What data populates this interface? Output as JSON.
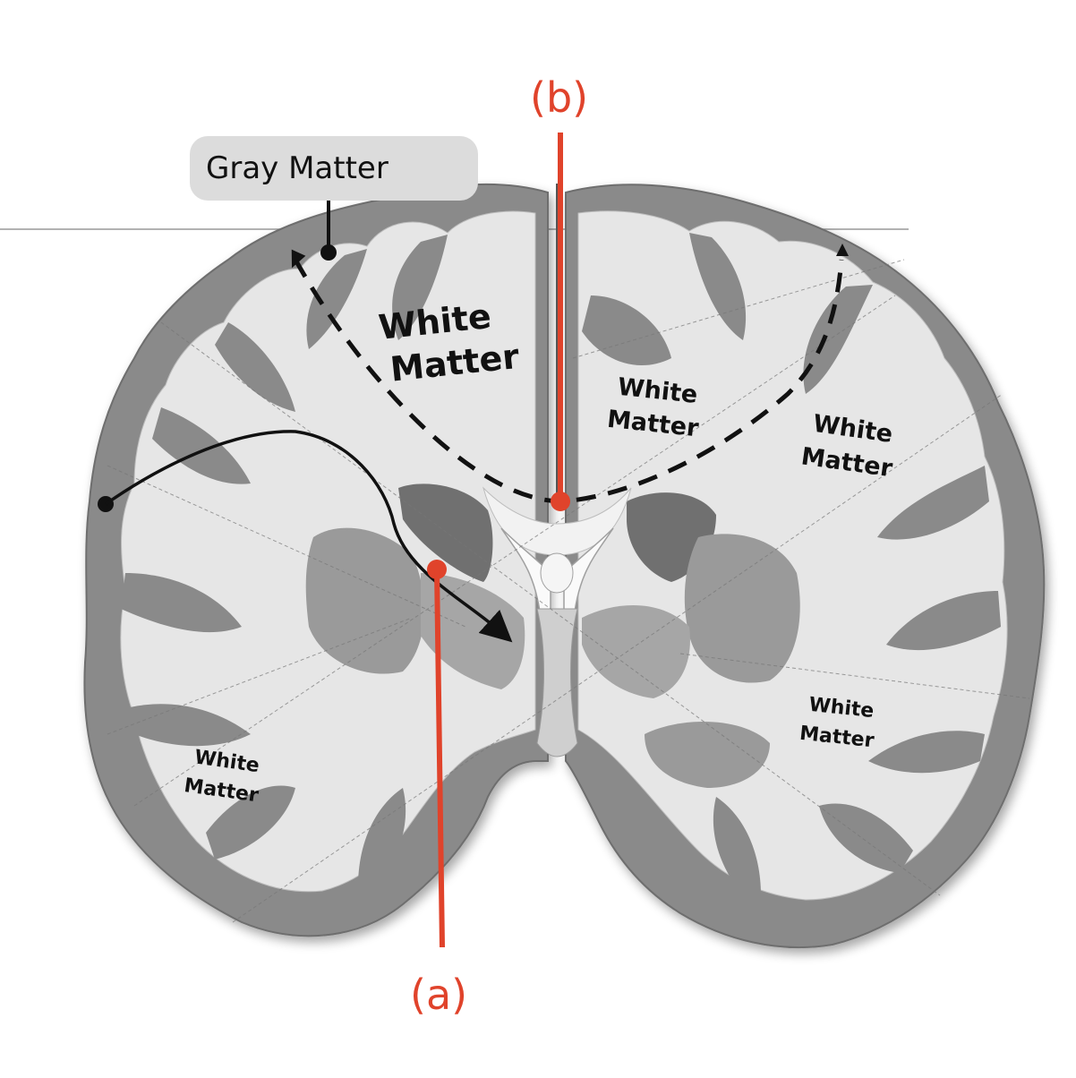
{
  "diagram": {
    "labels": {
      "gray_matter": "Gray Matter",
      "marker_a": "(a)",
      "marker_b": "(b)",
      "white_matter_1_line1": "White",
      "white_matter_1_line2": "Matter",
      "white_matter_2_line1": "White",
      "white_matter_2_line2": "Matter",
      "white_matter_3_line1": "White",
      "white_matter_3_line2": "Matter",
      "white_matter_4_line1": "White",
      "white_matter_4_line2": "Matter",
      "white_matter_5_line1": "White",
      "white_matter_5_line2": "Matter"
    },
    "colors": {
      "marker_red": "#e0432b",
      "gray_matter": "#8a8a8a",
      "white_matter": "#e4e4e4",
      "callout_box": "#dcdcdc",
      "black_path": "#111111"
    },
    "figure": "coronal-brain-section"
  }
}
